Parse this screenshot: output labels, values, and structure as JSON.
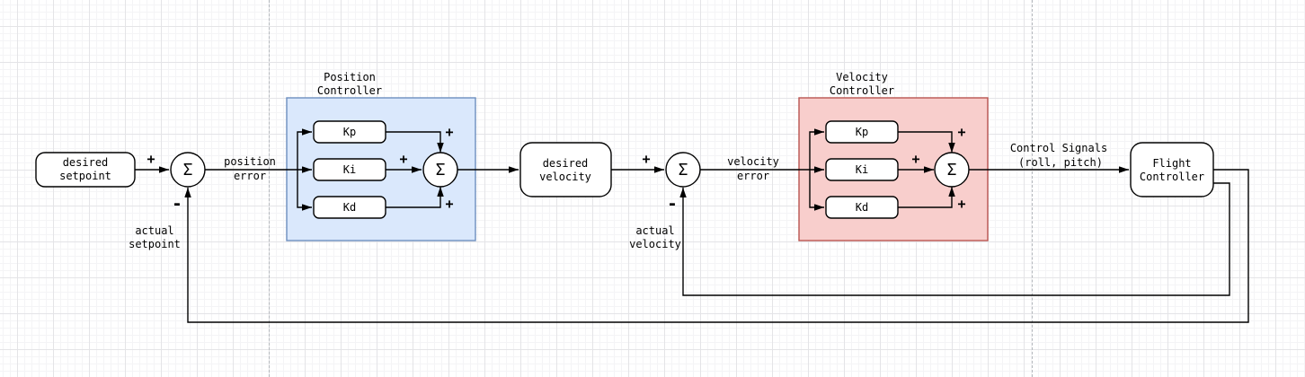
{
  "diagram": {
    "sum_symbol": "Σ",
    "signs": {
      "plus": "+",
      "minus": "-"
    },
    "blocks": {
      "desired_setpoint": {
        "line1": "desired",
        "line2": "setpoint"
      },
      "desired_velocity": {
        "line1": "desired",
        "line2": "velocity"
      },
      "flight_controller": {
        "line1": "Flight",
        "line2": "Controller"
      }
    },
    "position_controller": {
      "title": {
        "line1": "Position",
        "line2": "Controller"
      },
      "fill": "#dae8fc",
      "stroke": "#6c8ebf",
      "gains": {
        "kp": "Kp",
        "ki": "Ki",
        "kd": "Kd"
      }
    },
    "velocity_controller": {
      "title": {
        "line1": "Velocity",
        "line2": "Controller"
      },
      "fill": "#f8cecc",
      "stroke": "#b85450",
      "gains": {
        "kp": "Kp",
        "ki": "Ki",
        "kd": "Kd"
      }
    },
    "labels": {
      "position_error": {
        "line1": "position",
        "line2": "error"
      },
      "velocity_error": {
        "line1": "velocity",
        "line2": "error"
      },
      "actual_setpoint": {
        "line1": "actual",
        "line2": "setpoint"
      },
      "actual_velocity": {
        "line1": "actual",
        "line2": "velocity"
      },
      "control_signals": {
        "line1": "Control Signals",
        "line2": "(roll, pitch)"
      }
    }
  }
}
